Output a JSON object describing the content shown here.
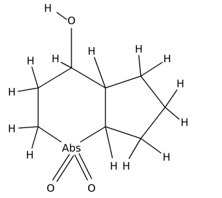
{
  "molecule": {
    "atoms": {
      "hydroxyl_h": "H",
      "hydroxyl_o": "O",
      "carbinol_h": "H",
      "ring_fusion_top_h": "H",
      "cp_top_h1": "H",
      "cp_top_h2": "H",
      "cp_right_h1": "H",
      "cp_right_h2": "H",
      "cp_bottom_h1": "H",
      "cp_bottom_h2": "H",
      "ring_fusion_bottom_h": "H",
      "ch2_upper_h1": "H",
      "ch2_upper_h2": "H",
      "ch2_lower_h1": "H",
      "ch2_lower_h2": "H",
      "sulfur_stereo_label": "Abs",
      "sulfone_o1": "O",
      "sulfone_o2": "O"
    }
  }
}
